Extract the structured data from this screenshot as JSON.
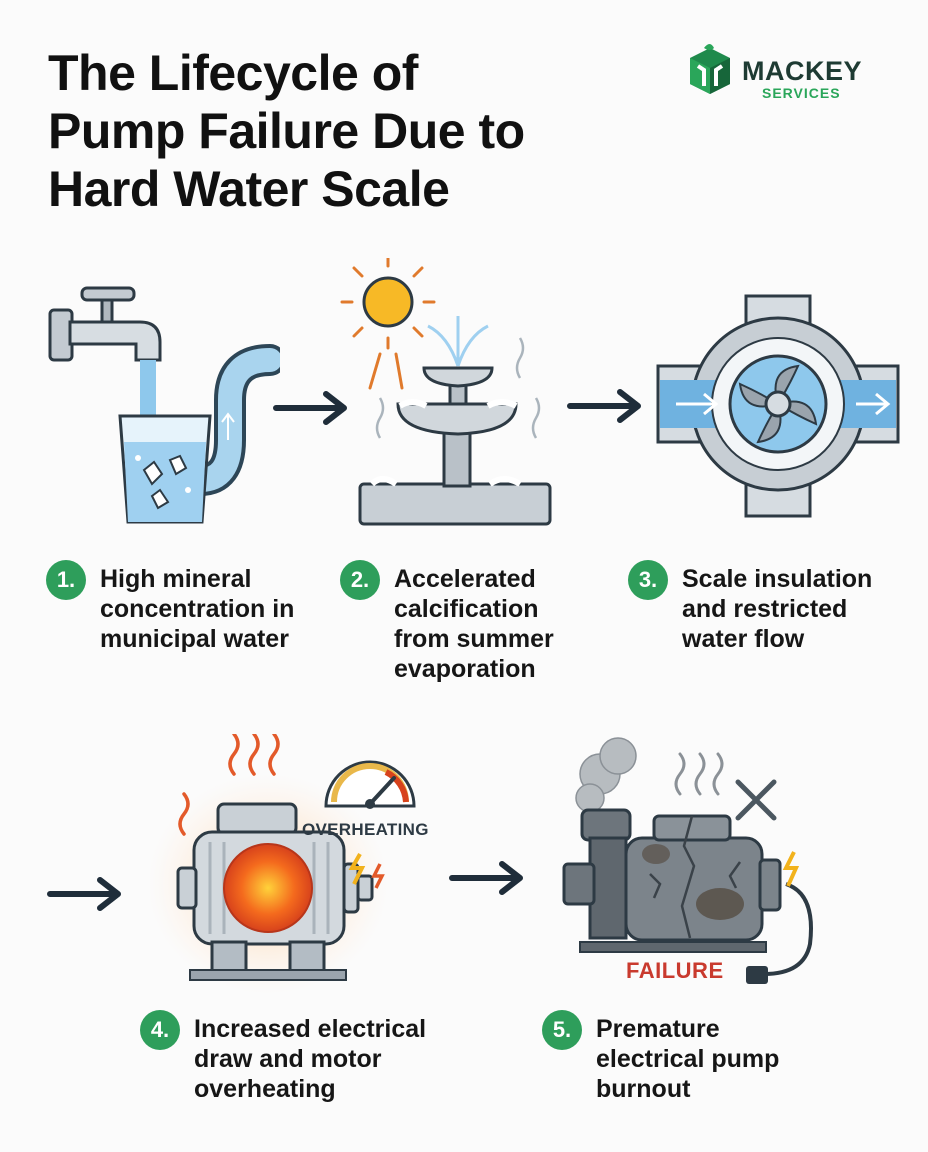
{
  "title": {
    "line1": "The Lifecycle of",
    "line2": "Pump Failure Due to",
    "line3": "Hard Water Scale"
  },
  "logo": {
    "name": "MACKEY",
    "sub": "SERVICES",
    "icon": "mackey-logo-icon"
  },
  "steps": [
    {
      "number": "1.",
      "text": "High mineral concentration in municipal water",
      "icon": "faucet-water-glass-icon"
    },
    {
      "number": "2.",
      "text": "Accelerated calcification from summer evaporation",
      "icon": "sun-fountain-icon"
    },
    {
      "number": "3.",
      "text": "Scale insulation and restricted water flow",
      "icon": "scaled-pipe-impeller-icon"
    },
    {
      "number": "4.",
      "text": "Increased electrical draw and motor overheating",
      "icon": "overheating-motor-icon"
    },
    {
      "number": "5.",
      "text": "Premature electrical pump burnout",
      "icon": "burnt-pump-icon"
    }
  ],
  "labels": {
    "overheating": "OVERHEATING",
    "failure": "FAILURE"
  },
  "colors": {
    "accent_green": "#2e9e5b",
    "arrow": "#1f2d3a",
    "failure_red": "#c93a2e"
  }
}
